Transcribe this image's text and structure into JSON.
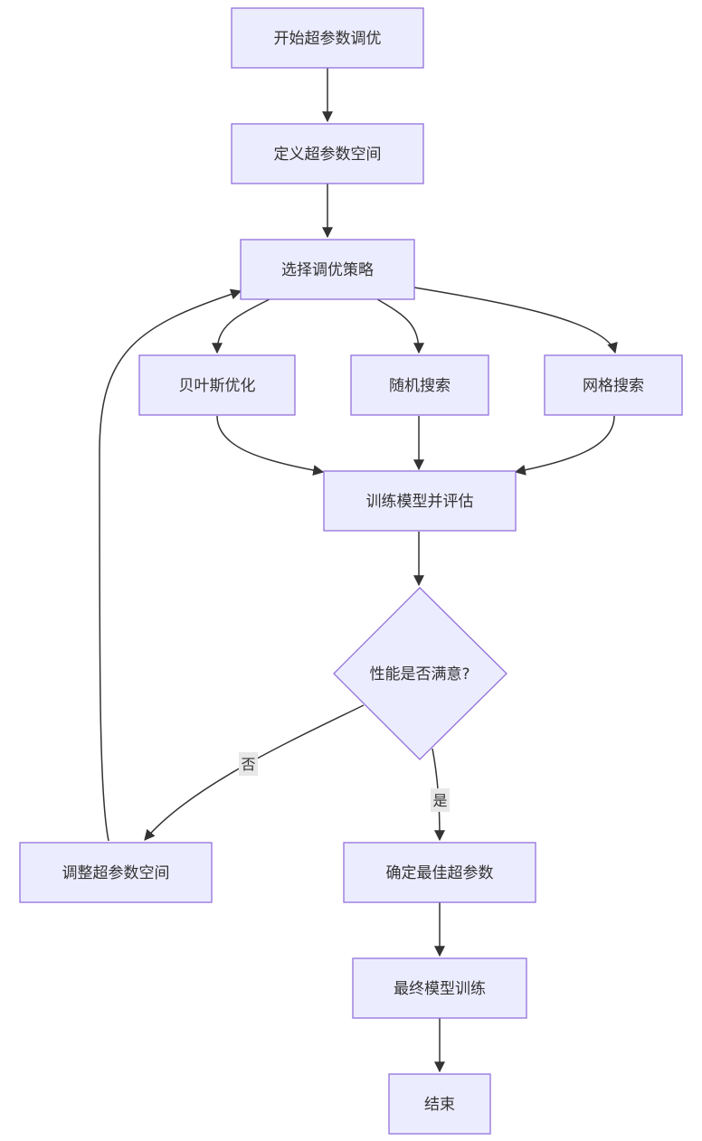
{
  "nodes": {
    "start": "开始超参数调优",
    "define_space": "定义超参数空间",
    "select_strategy": "选择调优策略",
    "bayesian": "贝叶斯优化",
    "random_search": "随机搜索",
    "grid_search": "网格搜索",
    "train_eval": "训练模型并评估",
    "decision": "性能是否满意?",
    "adjust_space": "调整超参数空间",
    "best_params": "确定最佳超参数",
    "final_train": "最终模型训练",
    "end": "结束"
  },
  "edge_labels": {
    "no": "否",
    "yes": "是"
  },
  "colors": {
    "node_fill": "#ECECFF",
    "node_stroke": "#9370DB",
    "edge": "#333333",
    "text": "#333333",
    "label_bg": "#e8e8e8"
  }
}
